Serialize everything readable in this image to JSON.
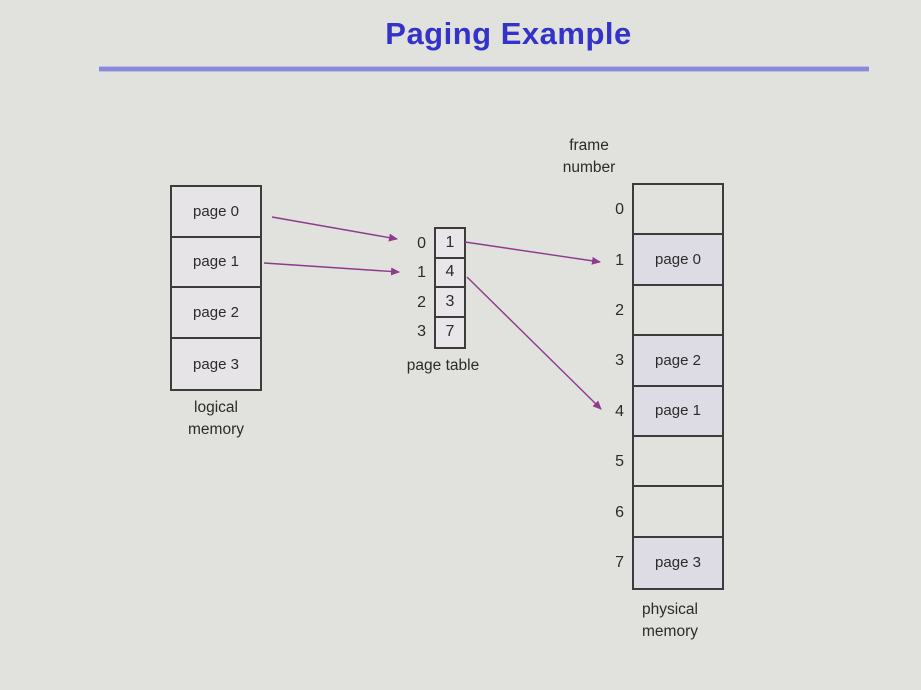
{
  "slide": {
    "title": "Paging Example"
  },
  "colors": {
    "background": "#e1e1dd",
    "title_text": "#3433c9",
    "title_rule": "#8a8ad8",
    "arrow": "#8e3a8e",
    "box_border": "#3c3c3c",
    "cell_fill": "#e6e4e6",
    "filled_frame_fill": "#dddbe3",
    "diagram_text": "#2b2b2b"
  },
  "logical_memory": {
    "label": "logical memory",
    "pages": [
      "page 0",
      "page 1",
      "page 2",
      "page 3"
    ]
  },
  "page_table": {
    "label": "page table",
    "rows": [
      {
        "index": "0",
        "value": "1"
      },
      {
        "index": "1",
        "value": "4"
      },
      {
        "index": "2",
        "value": "3"
      },
      {
        "index": "3",
        "value": "7"
      }
    ]
  },
  "physical_memory": {
    "label": "physical memory",
    "column_label": "frame number",
    "frames": [
      {
        "number": "0",
        "content": ""
      },
      {
        "number": "1",
        "content": "page 0"
      },
      {
        "number": "2",
        "content": ""
      },
      {
        "number": "3",
        "content": "page 2"
      },
      {
        "number": "4",
        "content": "page 1"
      },
      {
        "number": "5",
        "content": ""
      },
      {
        "number": "6",
        "content": ""
      },
      {
        "number": "7",
        "content": "page 3"
      }
    ]
  },
  "arrows": [
    {
      "from": "page 0",
      "to": "page table index 0"
    },
    {
      "from": "page 1",
      "to": "page table index 1"
    },
    {
      "from": "page table entry 0 (value 1)",
      "to": "frame 1"
    },
    {
      "from": "page table entry 1 (value 4)",
      "to": "frame 4"
    }
  ]
}
